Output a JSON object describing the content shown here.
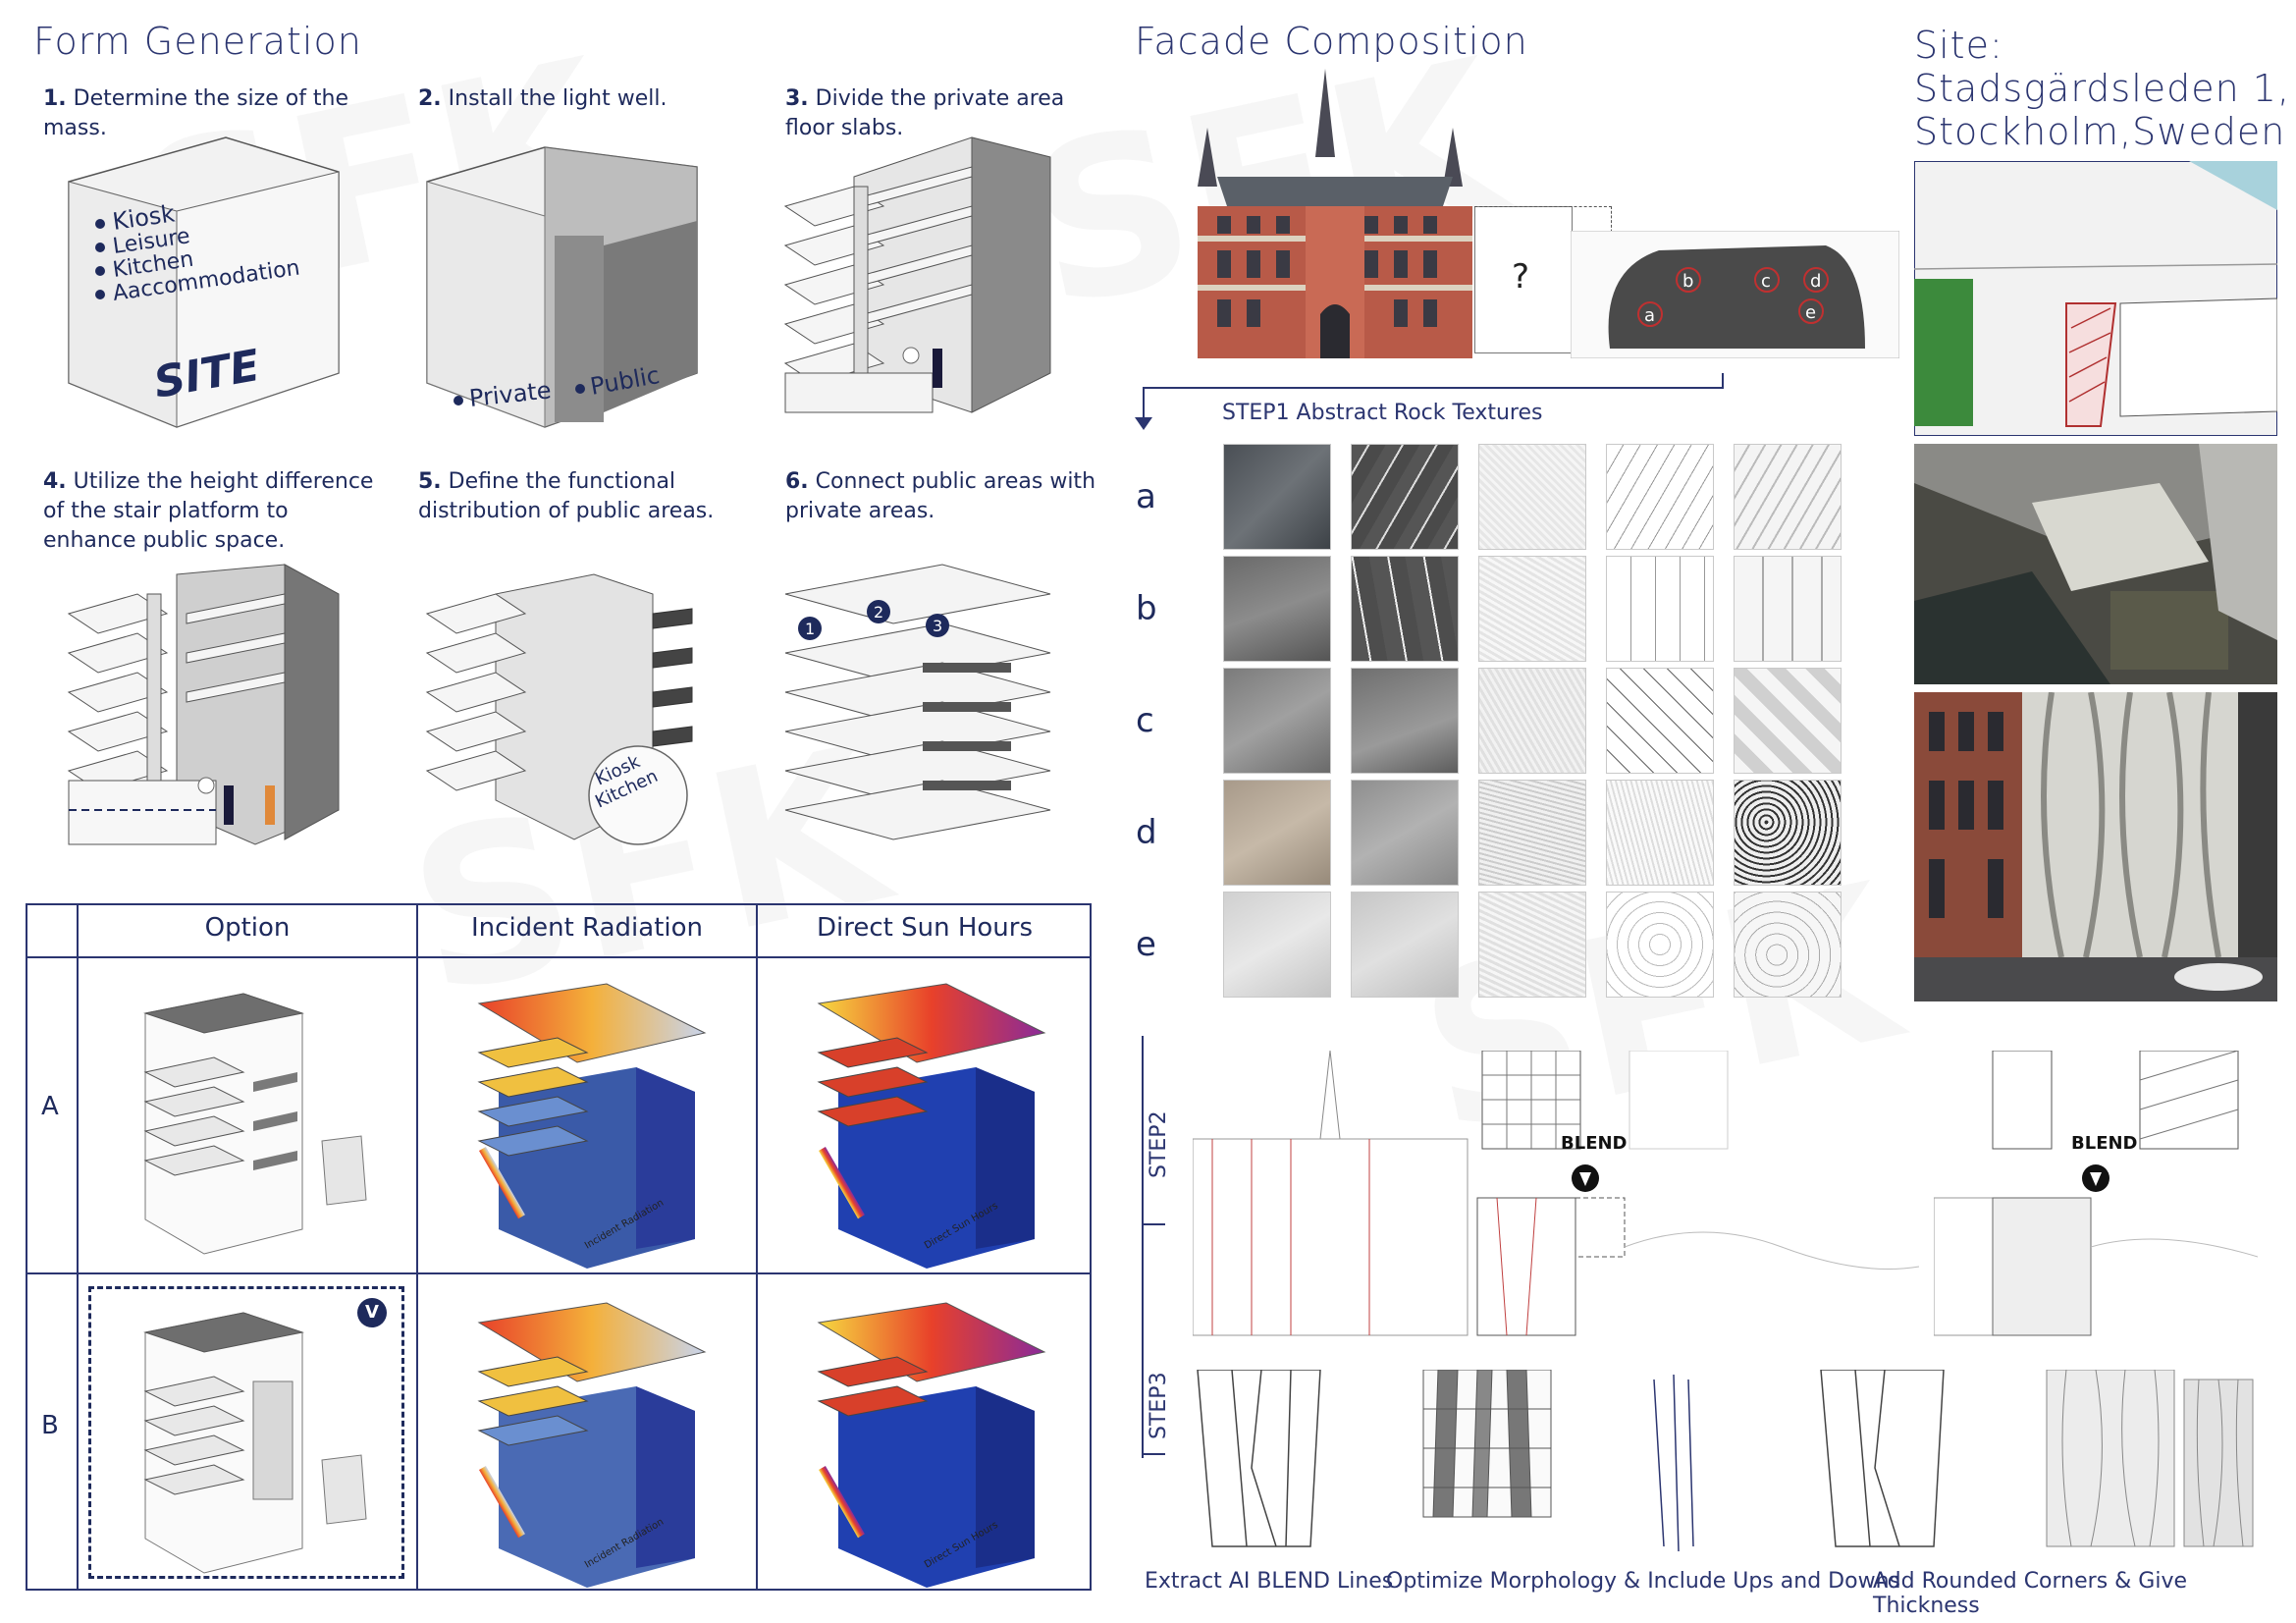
{
  "form": {
    "title": "Form Generation",
    "steps": [
      {
        "num": "1.",
        "text": "Determine the size of the mass."
      },
      {
        "num": "2.",
        "text": "Install the light well."
      },
      {
        "num": "3.",
        "text": "Divide the private area floor slabs."
      },
      {
        "num": "4.",
        "text": "Utilize the height difference of the stair platform to enhance public space."
      },
      {
        "num": "5.",
        "text": "Define the functional distribution of public areas."
      },
      {
        "num": "6.",
        "text": "Connect public areas with private areas."
      }
    ],
    "mass_items": [
      "Kiosk",
      "Leisure",
      "Kitchen",
      "Aaccommodation"
    ],
    "site_label": "SITE",
    "private_label": "Private",
    "public_label": "Public",
    "callout_labels": [
      "Kiosk",
      "Kitchen"
    ],
    "markers": [
      "1",
      "2",
      "3"
    ]
  },
  "comparison": {
    "headers": [
      "Option",
      "Incident Radiation",
      "Direct Sun Hours"
    ],
    "rows": [
      "A",
      "B"
    ],
    "selected_mark": "V",
    "axis_label_radiation": "Incident Radiation",
    "axis_label_sun": "Direct Sun Hours"
  },
  "facade": {
    "title": "Facade Composition",
    "question": "?",
    "rock_labels": [
      "a",
      "b",
      "c",
      "d",
      "e"
    ],
    "step1": "STEP1  Abstract Rock Textures",
    "row_labels": [
      "a",
      "b",
      "c",
      "d",
      "e"
    ],
    "step2": "STEP2",
    "step3": "STEP3",
    "blend": "BLEND",
    "captions": [
      "Extract AI BLEND Lines",
      "Optimize Morphology & Include Ups and Downs",
      "Add Rounded Corners  &  Give Thickness"
    ]
  },
  "site": {
    "title_line1": "Site:",
    "title_line2": "Stadsgärdsleden 1,",
    "title_line3": "Stockholm,Sweden"
  },
  "colors": {
    "navy": "#1e2a5c",
    "accent": "#2b3570",
    "hot": "#e8412a",
    "cool": "#2a3c9a"
  }
}
